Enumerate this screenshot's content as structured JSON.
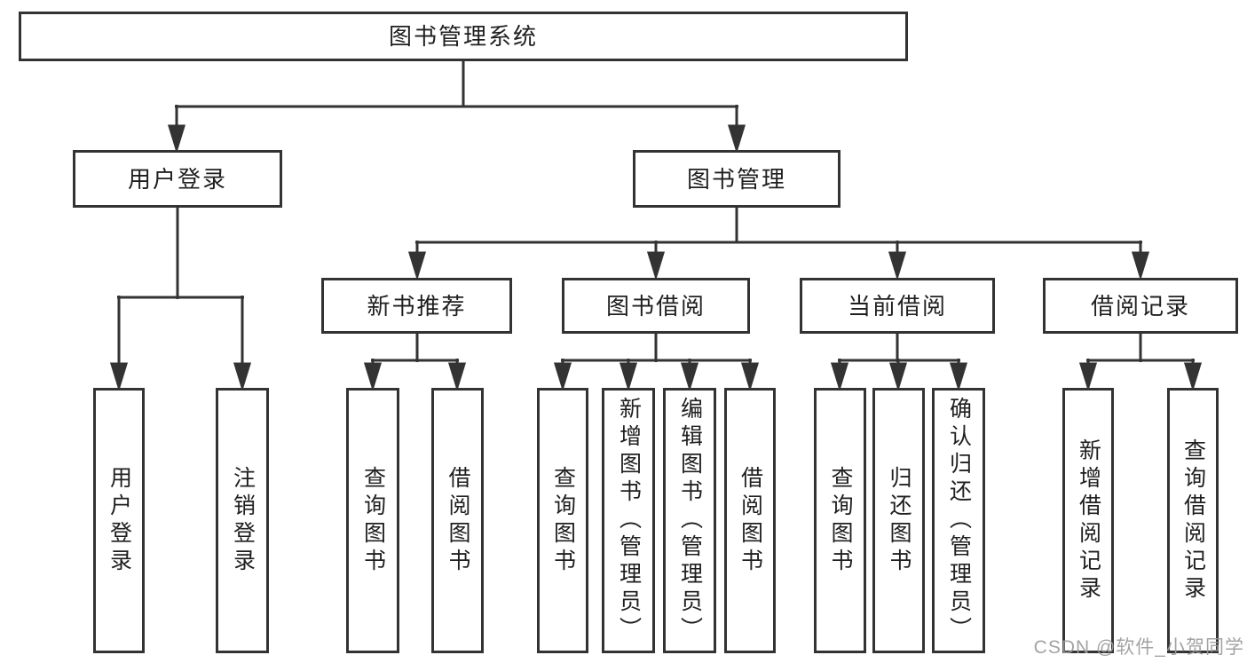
{
  "colors": {
    "line": "#333333",
    "box_border": "#333333",
    "text": "#1f1f1f",
    "background": "#ffffff",
    "watermark": "#9c9c9c"
  },
  "tree": {
    "label": "图书管理系统",
    "children": [
      {
        "label": "用户登录",
        "children": [
          {
            "label": "用户登录"
          },
          {
            "label": "注销登录"
          }
        ]
      },
      {
        "label": "图书管理",
        "children": [
          {
            "label": "新书推荐",
            "children": [
              {
                "label": "查询图书"
              },
              {
                "label": "借阅图书"
              }
            ]
          },
          {
            "label": "图书借阅",
            "children": [
              {
                "label": "查询图书"
              },
              {
                "label": "新增图书（管理员）"
              },
              {
                "label": "编辑图书（管理员）"
              },
              {
                "label": "借阅图书"
              }
            ]
          },
          {
            "label": "当前借阅",
            "children": [
              {
                "label": "查询图书"
              },
              {
                "label": "归还图书"
              },
              {
                "label": "确认归还（管理员）"
              }
            ]
          },
          {
            "label": "借阅记录",
            "children": [
              {
                "label": "新增借阅记录"
              },
              {
                "label": "查询借阅记录"
              }
            ]
          }
        ]
      }
    ]
  },
  "watermark": "CSDN @软件_小贺同学"
}
